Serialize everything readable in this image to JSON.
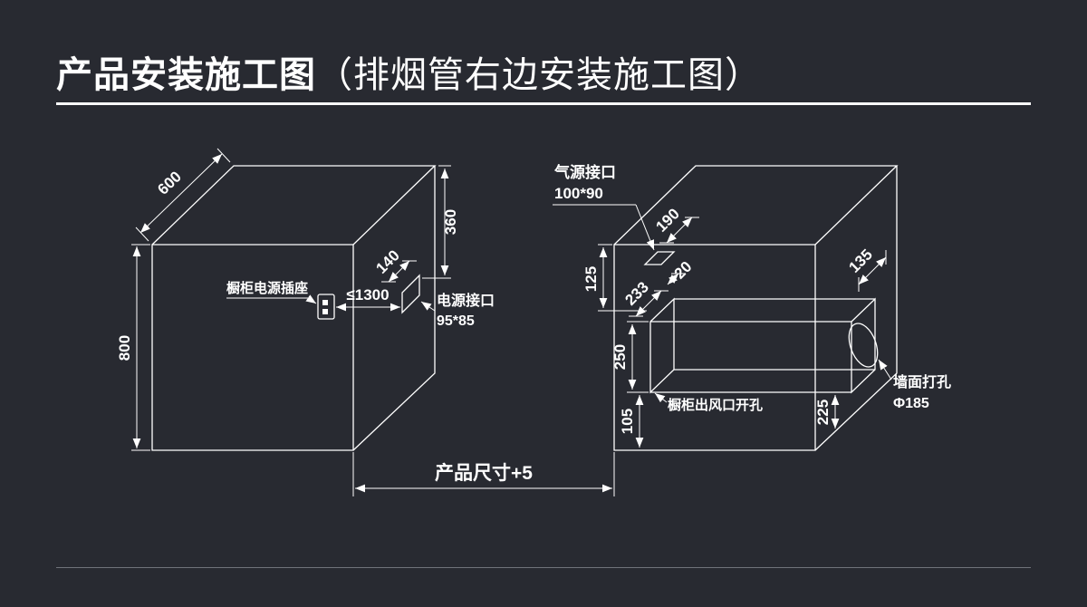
{
  "colors": {
    "background": "#282a31",
    "line": "#ffffff",
    "footer_rule": "#70737a"
  },
  "header": {
    "title_main": "产品安装施工图",
    "title_paren": "（排烟管右边安装施工图）"
  },
  "diagram": {
    "left": {
      "dim_600": "600",
      "dim_800": "800",
      "dim_360": "360",
      "dim_140": "140",
      "dim_1300": "≤1300",
      "socket_label": "橱柜电源插座",
      "power_port_label": "电源接口",
      "power_port_size": "95*85"
    },
    "right": {
      "gas_port_label": "气源接口",
      "gas_port_size": "100*90",
      "dim_190": "190",
      "dim_125": "125",
      "dim_233": "233",
      "dim_20": "20",
      "dim_250": "250",
      "dim_105": "105",
      "dim_225": "225",
      "dim_135": "135",
      "outlet_label": "橱柜出风口开孔",
      "wall_hole_label": "墙面打孔",
      "wall_hole_size": "Φ185"
    },
    "bottom_dim": "产品尺寸+5"
  }
}
